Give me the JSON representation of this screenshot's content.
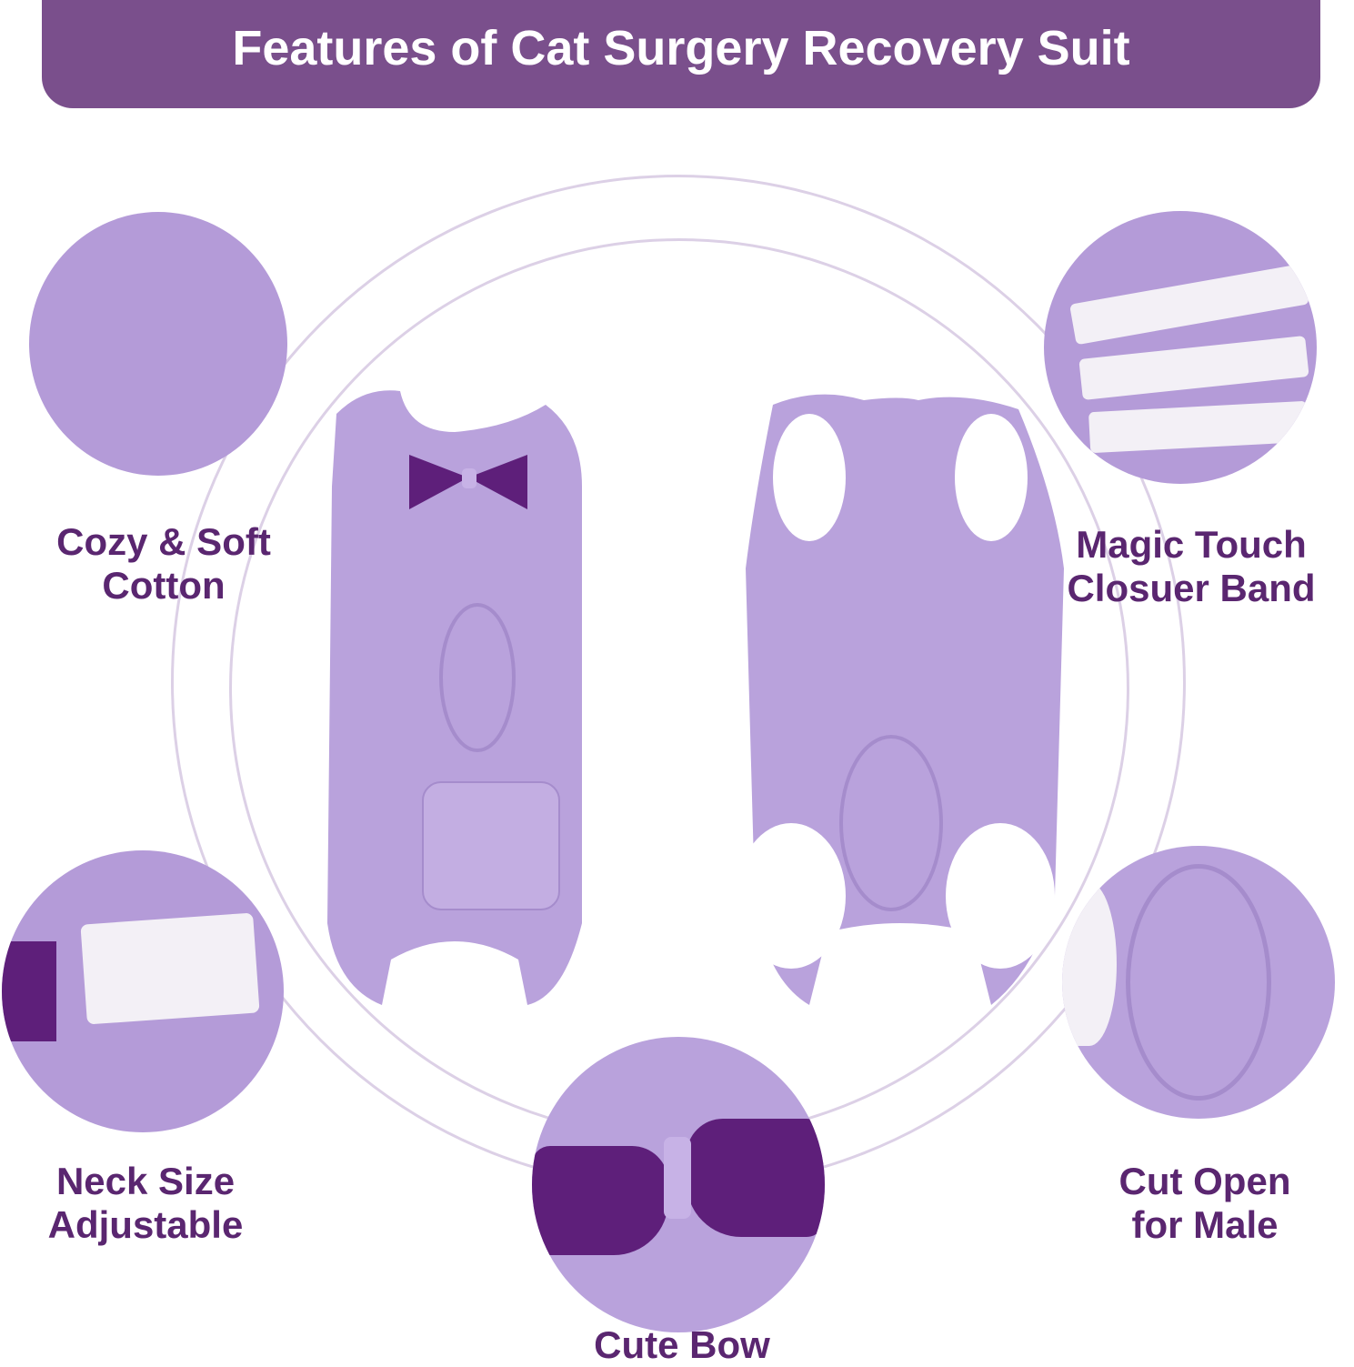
{
  "header": {
    "title": "Features of Cat Surgery Recovery Suit"
  },
  "colors": {
    "banner": "#7a4f8c",
    "label": "#5a2670",
    "fabric": "#b9a2dc",
    "bow": "#5e1f7a",
    "ring": "#dcd0e6"
  },
  "features": [
    {
      "label_line1": "Cozy & Soft",
      "label_line2": "Cotton",
      "icon": "fabric-texture"
    },
    {
      "label_line1": "Magic Touch",
      "label_line2": "Closuer Band",
      "icon": "velcro-band"
    },
    {
      "label_line1": "Neck Size",
      "label_line2": "Adjustable",
      "icon": "neck-velcro"
    },
    {
      "label_line1": "Cut Open",
      "label_line2": "for Male",
      "icon": "cut-open"
    },
    {
      "label_line1": "Cute Bow",
      "label_line2": "",
      "icon": "bow"
    }
  ]
}
